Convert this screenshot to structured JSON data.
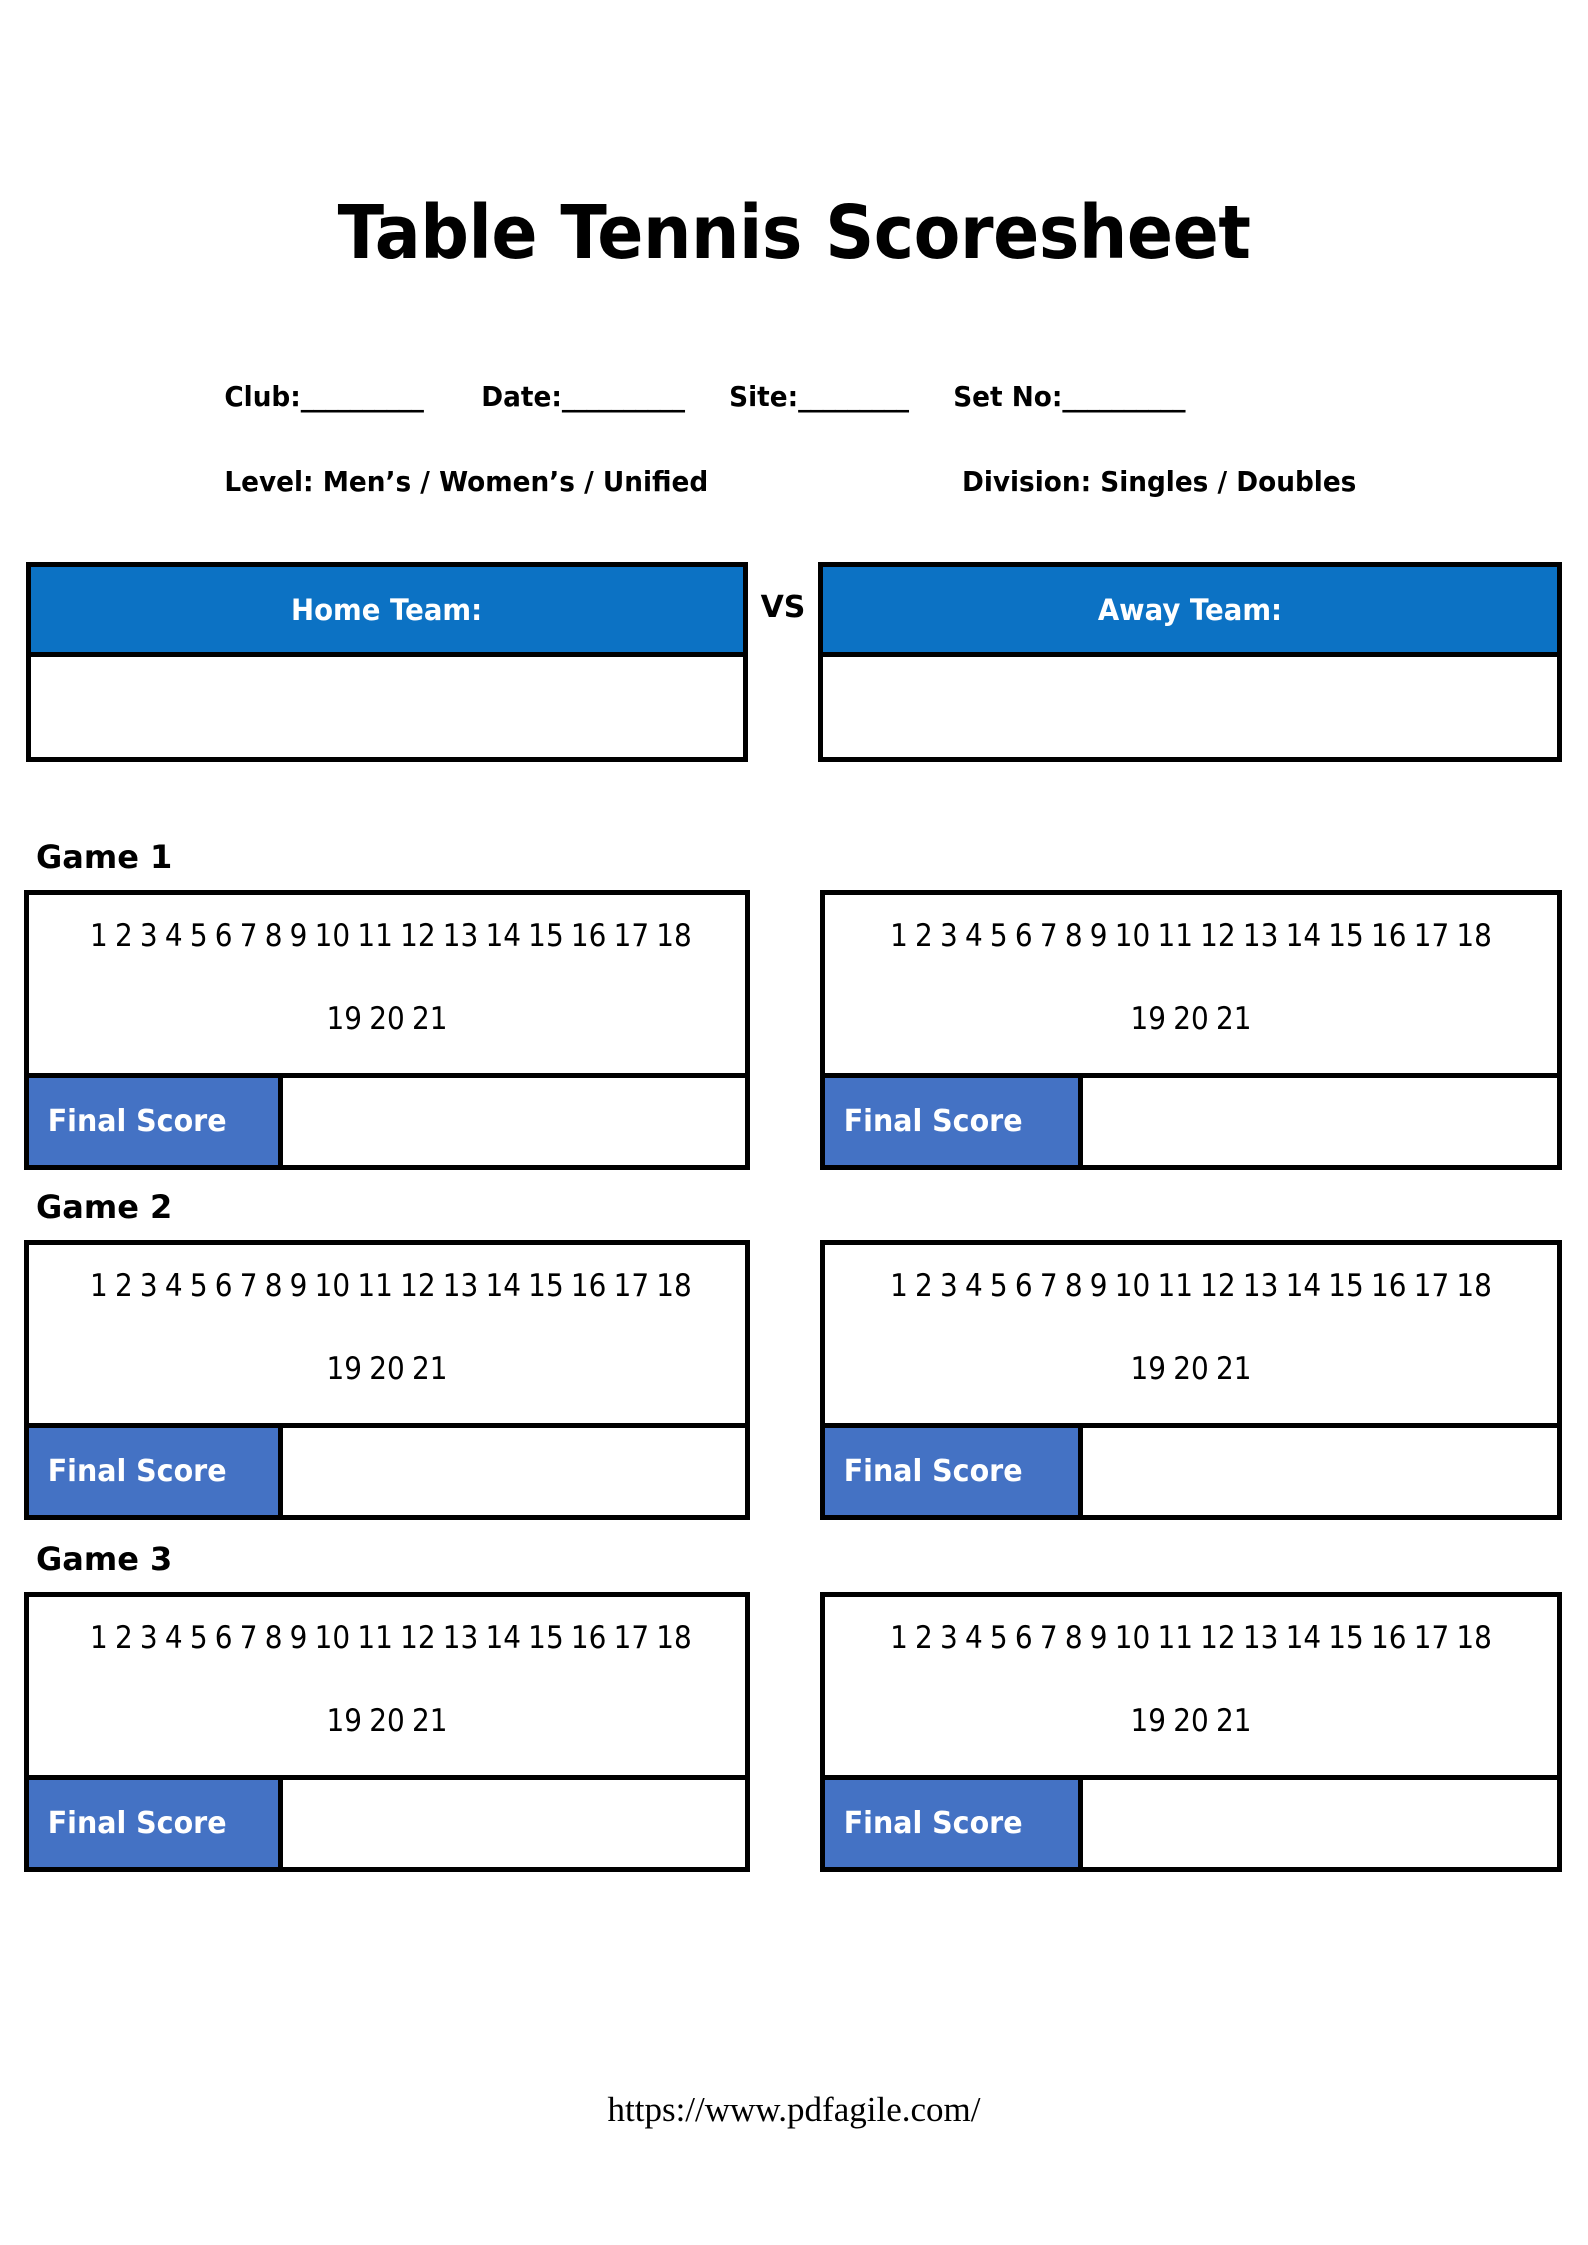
{
  "document": {
    "title": "Table Tennis Scoresheet"
  },
  "meta": {
    "fields": [
      {
        "label": "Club:",
        "blank": "__________"
      },
      {
        "label": "Date:",
        "blank": "__________"
      },
      {
        "label": "Site:",
        "blank": "_________"
      },
      {
        "label": "Set No:",
        "blank": "__________"
      }
    ],
    "level": "Level: Men’s / Women’s / Unified",
    "division": "Division: Singles / Doubles"
  },
  "teams": {
    "home_label": "Home Team:",
    "vs_label": "VS",
    "away_label": "Away Team:"
  },
  "score_track": {
    "line1": [
      "1",
      "2",
      "3",
      "4",
      "5",
      "6",
      "7",
      "8",
      "9",
      "10",
      "11",
      "12",
      "13",
      "14",
      "15",
      "16",
      "17",
      "18"
    ],
    "line2": [
      "19",
      "20",
      "21"
    ],
    "final_score_label": "Final Score"
  },
  "games": [
    {
      "label": "Game 1"
    },
    {
      "label": "Game 2"
    },
    {
      "label": "Game 3"
    }
  ],
  "footer": {
    "url": "https://www.pdfagile.com/"
  },
  "colors": {
    "team_header_blue": "#0c72c4",
    "final_score_blue": "#4472c4",
    "border_black": "#000000",
    "text_white": "#ffffff"
  }
}
